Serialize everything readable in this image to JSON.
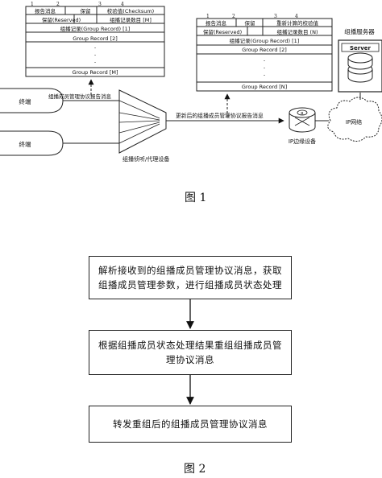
{
  "figure1": {
    "left_packet": {
      "bit_numbers": [
        "1",
        "2",
        "3",
        "4"
      ],
      "row1": [
        "报告消息",
        "保留",
        "校验值(Checksum)"
      ],
      "row2": [
        "保留(Reserved)",
        "组播记录数目 [M]"
      ],
      "records": [
        "组播记录(Group Record) [1]",
        "Group Record [2]",
        ".",
        ".",
        ".",
        "Group Record [M]"
      ]
    },
    "right_packet": {
      "bit_numbers": [
        "1",
        "2",
        "3",
        "4"
      ],
      "row1": [
        "报告消息",
        "保留",
        "重新计算的校验值"
      ],
      "row2": [
        "保留(Reserved)",
        "组播记录数目 (N)"
      ],
      "records": [
        "组播记录(Group Record) [1]",
        "Group Record [2]",
        ".",
        ".",
        ".",
        "Group Record [N]"
      ]
    },
    "terminal1": "终端",
    "terminal2": "终端",
    "report_msg_label": "组播成员管理协议报告消息",
    "updated_msg_label": "更新后的组播成员管理协议报告消息",
    "snooping_device": "组播侦听/代理设备",
    "edge_device": "IP边缘设备",
    "router_symbol": "R",
    "ip_network": "IP网络",
    "server_title": "组播服务器",
    "server_label": "Server",
    "caption": "图 1"
  },
  "figure2": {
    "steps": [
      "解析接收到的组播成员管理协议消息，获取组播成员管理参数，进行组播成员状态处理",
      "根据组播成员状态处理结果重组组播成员管理协议消息",
      "转发重组后的组播成员管理协议消息"
    ],
    "caption": "图 2"
  }
}
